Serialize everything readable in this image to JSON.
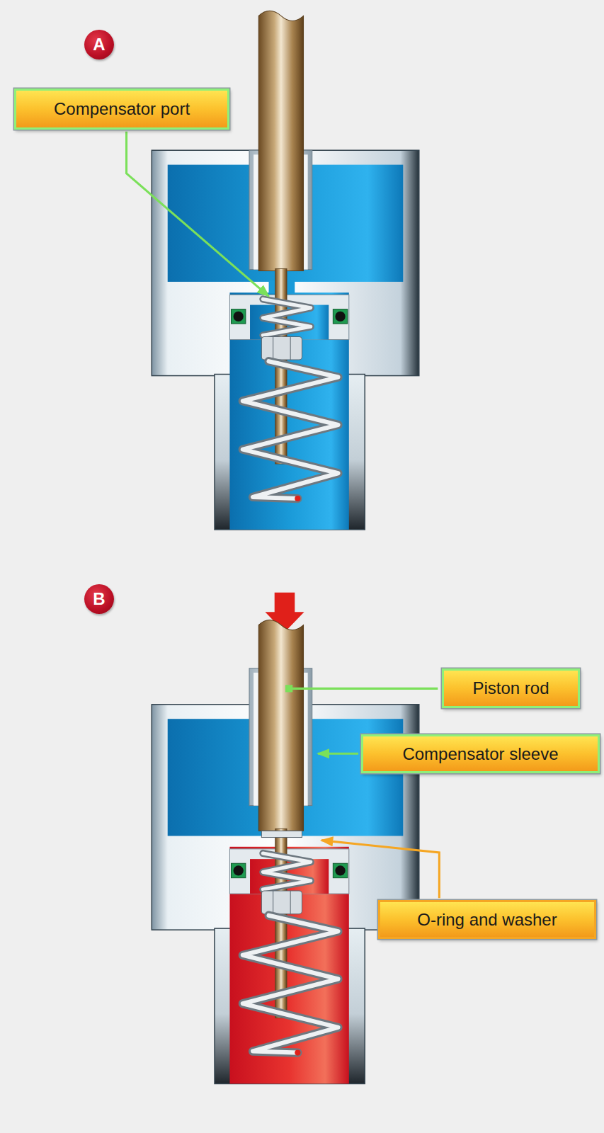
{
  "diagram": {
    "nodes": [
      {
        "text": [
          "A"
        ]
      },
      {
        "text": [
          "Compensator port"
        ]
      },
      {
        "text": [
          "B"
        ]
      },
      {
        "text": [
          "Piston rod"
        ]
      },
      {
        "text": [
          "Compensator sleeve"
        ]
      },
      {
        "text": [
          "O-ring and washer"
        ]
      }
    ]
  }
}
